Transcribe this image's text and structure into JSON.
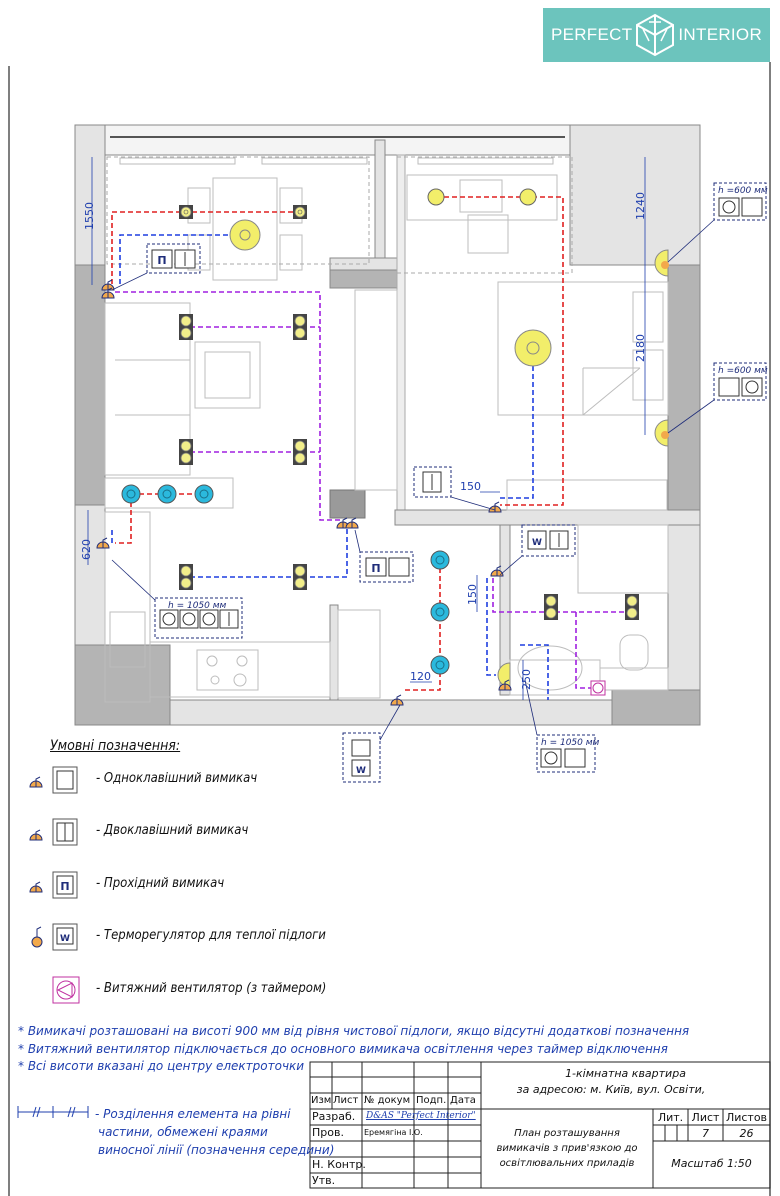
{
  "brand": {
    "left": "PERFECT",
    "right": "INTERIOR",
    "color": "#6cc4bd"
  },
  "plan": {
    "dimensions": [
      "1550",
      "620",
      "1240",
      "2180",
      "150",
      "150",
      "120",
      "250"
    ],
    "callouts": {
      "h600_1": "h =600 мм",
      "h600_2": "h =600 мм",
      "h1050_kitchen": "h = 1050 мм",
      "h1050_bath": "h = 1050 мм"
    },
    "switch_marks": {
      "pass": "П",
      "thermo": "W"
    }
  },
  "legend": {
    "title": "Умовні позначення:",
    "items": [
      {
        "label": "- Одноклавішний вимикач"
      },
      {
        "label": "- Двоклавішний вимикач"
      },
      {
        "label": "- Прохідний вимикач"
      },
      {
        "label": "- Терморегулятор для теплої підлоги"
      },
      {
        "label": "- Витяжний вентилятор (з таймером)"
      }
    ]
  },
  "notes": [
    "* Вимикачі розташовані на висоті 900 мм від рівня чистової підлоги, якщо відсутні додаткові позначення",
    "* Витяжний вентилятор підключається до основного вимикача освітлення через таймер відключення",
    "* Всі висоти вказані до центру електроточки"
  ],
  "division_note": [
    "- Розділення елемента на рівні",
    "частини, обмежені краями",
    "виносної лінії (позначення середини)"
  ],
  "title_block": {
    "headers": [
      "Изм",
      "Лист",
      "№ докум",
      "Подп.",
      "Дата"
    ],
    "rows": [
      "Разраб.",
      "Пров.",
      "Н. Контр.",
      "Утв."
    ],
    "developer": "D&AS \"Perfect Interior\"",
    "checker": "Еремягіна І.О.",
    "project_line1": "1-кімнатна квартира",
    "project_line2": "за адресою: м. Київ, вул. Освіти,",
    "sheet_title": [
      "План розташування",
      "вимикачів з прив'язкою до",
      "освітлювальних приладів"
    ],
    "lit_label": "Лит.",
    "sheet_label": "Лист",
    "sheets_label": "Листов",
    "sheet": "7",
    "sheets": "26",
    "scale": "Масштаб 1:50"
  }
}
